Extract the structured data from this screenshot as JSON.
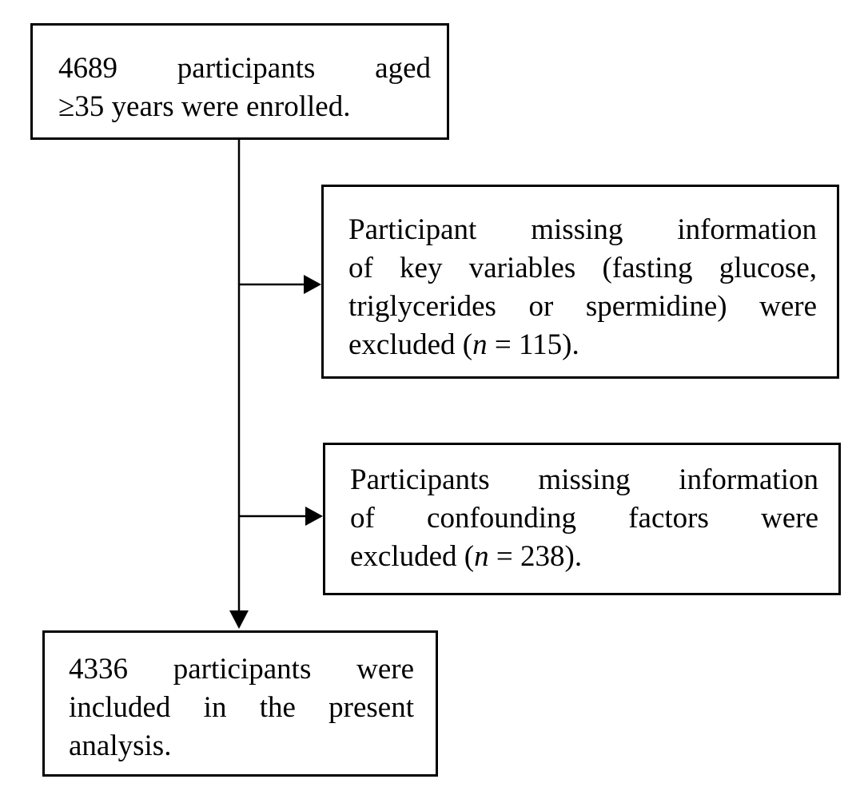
{
  "flowchart": {
    "enrolled": {
      "lines": [
        "4689 participants aged",
        "≥35 years were enrolled."
      ]
    },
    "exclusion_1": {
      "lines": [
        "Participant missing information",
        "of key variables (fasting glucose,",
        "triglycerides or spermidine) were"
      ],
      "last_prefix": "excluded (",
      "n_symbol": "n",
      "last_suffix": " = 115)."
    },
    "exclusion_2": {
      "lines": [
        "Participants missing information",
        "of confounding factors were"
      ],
      "last_prefix": "excluded (",
      "n_symbol": "n",
      "last_suffix": " = 238)."
    },
    "included": {
      "lines": [
        "4336 participants were",
        "included in the present",
        "analysis."
      ]
    }
  }
}
